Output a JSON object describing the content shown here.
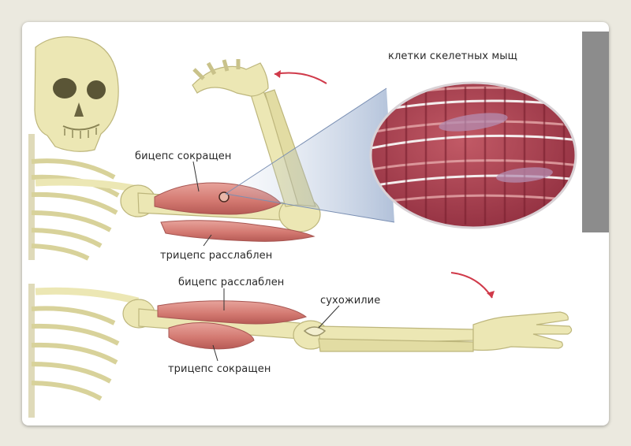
{
  "labels": {
    "cells": "клетки скелетных мыщ",
    "biceps_contracted": "бицепс сокращен",
    "triceps_relaxed": "трицепс расслаблен",
    "biceps_relaxed": "бицепс расслаблен",
    "tendon": "сухожилие",
    "triceps_contracted": "трицепс сокращен"
  },
  "colors": {
    "bone": "#ece7b4",
    "bone_outline": "#c9c28a",
    "muscle": "#d98a80",
    "muscle_dark": "#b85b55",
    "arrow": "#d03a4a",
    "cell_bg": "#a9414f",
    "cell_fiber": "#e4a9a9",
    "cell_line": "#f6f0f0",
    "lens": "#8fa6c8"
  }
}
